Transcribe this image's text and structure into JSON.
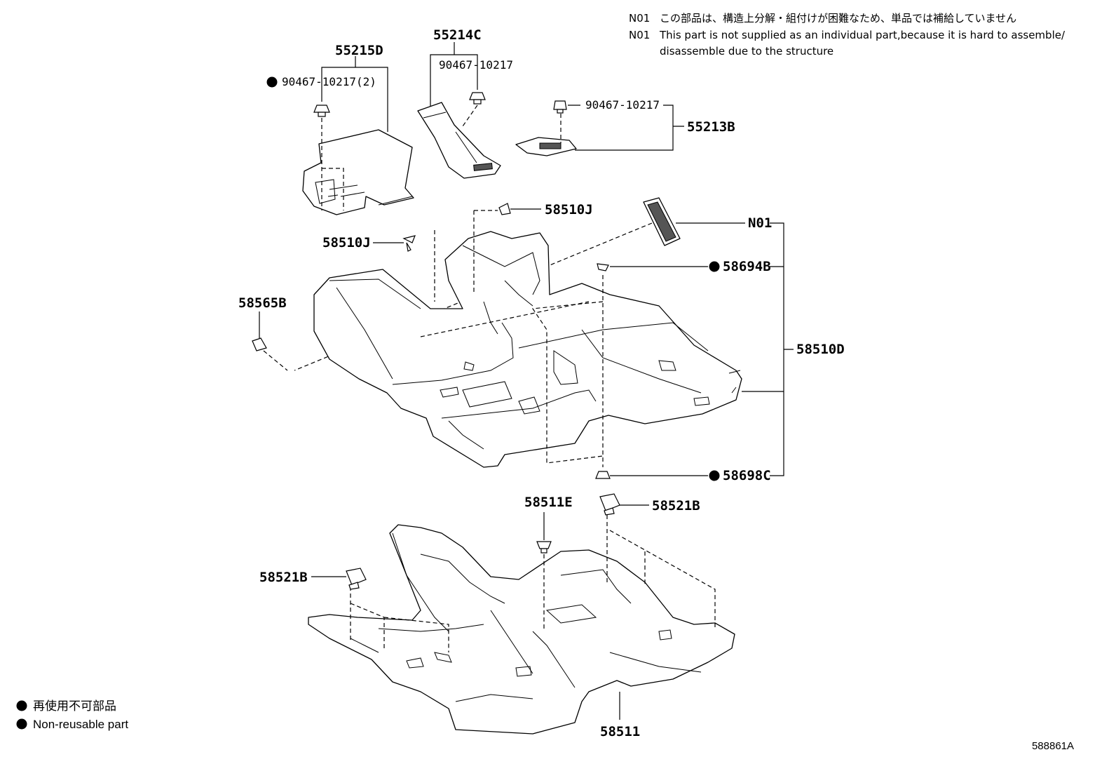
{
  "notes": [
    {
      "code": "N01",
      "text": "この部品は、構造上分解・組付けが困難なため、単品では補給していません"
    },
    {
      "code": "N01",
      "text": "This part is not supplied as an individual part,because it is hard to assemble/"
    },
    {
      "code": "",
      "text": "disassemble due to the structure"
    }
  ],
  "labels": {
    "p55215D": "55215D",
    "p90467_2": "90467-10217(2)",
    "p55214C": "55214C",
    "p90467_c": "90467-10217",
    "p90467_b": "90467-10217",
    "p55213B": "55213B",
    "p58510J_top": "58510J",
    "p58510J_left": "58510J",
    "pN01": "N01",
    "p58694B": "58694B",
    "p58565B": "58565B",
    "p58510D": "58510D",
    "p58698C": "58698C",
    "p58511E": "58511E",
    "p58521B_right": "58521B",
    "p58521B_left": "58521B",
    "p58511": "58511"
  },
  "legend": [
    {
      "symbol": "●",
      "text": "再使用不可部品"
    },
    {
      "symbol": "●",
      "text": "Non-reusable part"
    }
  ],
  "illustration_number": "588861A",
  "colors": {
    "line": "#000000",
    "background": "#ffffff"
  }
}
